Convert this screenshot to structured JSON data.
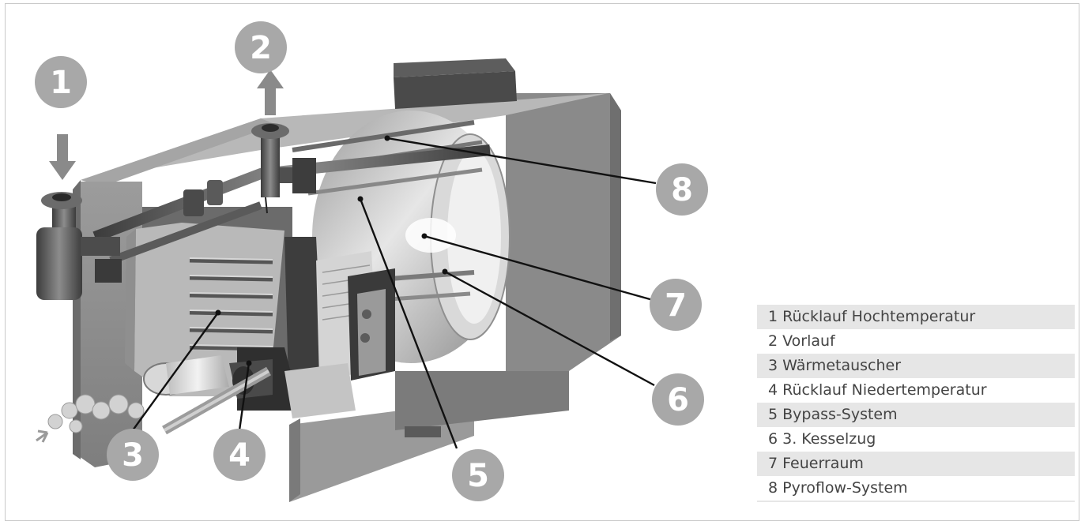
{
  "markers": [
    {
      "id": "1",
      "label": "1"
    },
    {
      "id": "2",
      "label": "2"
    },
    {
      "id": "3",
      "label": "3"
    },
    {
      "id": "4",
      "label": "4"
    },
    {
      "id": "5",
      "label": "5"
    },
    {
      "id": "6",
      "label": "6"
    },
    {
      "id": "7",
      "label": "7"
    },
    {
      "id": "8",
      "label": "8"
    }
  ],
  "legend": {
    "items": [
      "1 Rücklauf Hochtemperatur",
      "2 Vorlauf",
      "3 Wärmetauscher",
      "4 Rücklauf Niedertemperatur",
      "5 Bypass-System",
      "6 3. Kesselzug",
      "7 Feuerraum",
      "8 Pyroflow-System"
    ]
  },
  "colors": {
    "badge": "#a8a8a8",
    "legend_stripe": "#e6e6e6",
    "boiler_body": "#8d8d8d",
    "leader_line": "#111111"
  }
}
